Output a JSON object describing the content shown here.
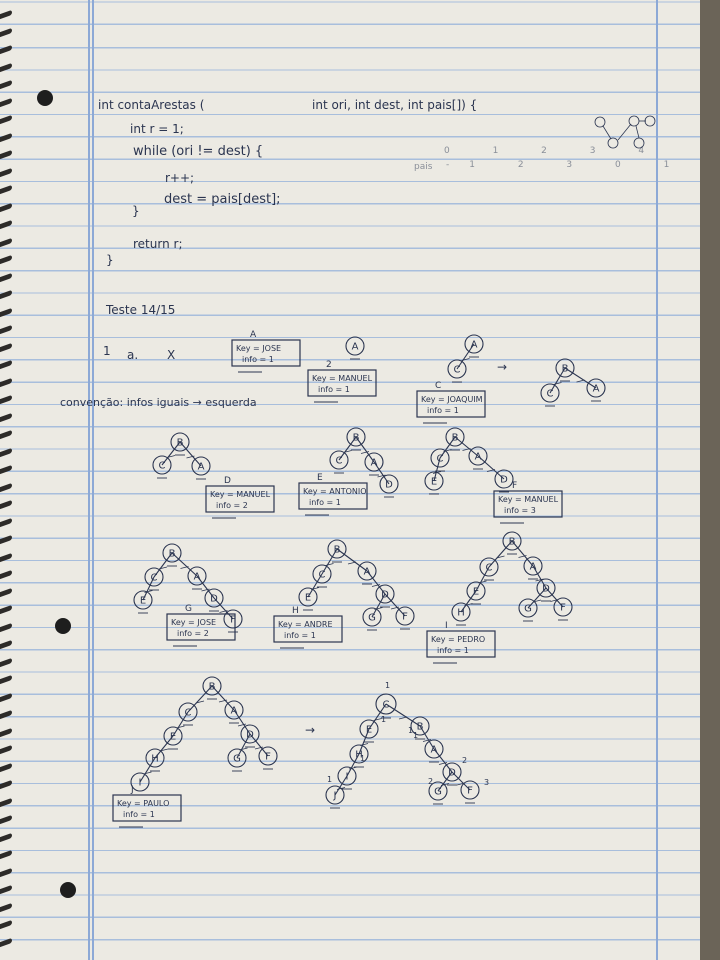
{
  "code": [
    "int contaArestas (",
    "int r = 1;",
    "while (ori != dest) {",
    "r++;",
    "dest = pais[dest];",
    "}",
    "return r;",
    "}"
  ],
  "code_params": "int ori, int dest, int pais[]) {",
  "array": {
    "label": "pais",
    "indices": "0 1 2 3 4",
    "values": "-1 2 3 0 1"
  },
  "test": {
    "title": "Teste 14/15",
    "question": "1",
    "part": "a.",
    "mark": "X",
    "convention": "convenção: infos iguais → esquerda"
  },
  "arrows": [
    "→",
    "→"
  ],
  "cards": [
    {
      "letter": "A",
      "key": "Key = JOSE",
      "info": "info = 1"
    },
    {
      "letter": "2",
      "key": "Key = MANUEL",
      "info": "info = 1"
    },
    {
      "letter": "C",
      "key": "Key = JOAQUIM",
      "info": "info = 1"
    },
    {
      "letter": "D",
      "key": "Key = MANUEL",
      "info": "info = 2"
    },
    {
      "letter": "E",
      "key": "Key = ANTONIO",
      "info": "info = 1"
    },
    {
      "letter": "F",
      "key": "Key = MANUEL",
      "info": "info = 3"
    },
    {
      "letter": "G",
      "key": "Key = JOSE",
      "info": "info = 2"
    },
    {
      "letter": "H",
      "key": "Key = ANDRE",
      "info": "info = 1"
    },
    {
      "letter": "I",
      "key": "Key = PEDRO",
      "info": "info = 1"
    },
    {
      "letter": "J",
      "key": "Key = PAULO",
      "info": "info = 1"
    }
  ],
  "node_labels": [
    "A",
    "B",
    "C",
    "D",
    "E",
    "F",
    "G",
    "H",
    "I",
    "J"
  ],
  "side_numbers": [
    "1",
    "1",
    "1",
    "1",
    "1",
    "2",
    "2",
    "3",
    "1"
  ],
  "colors": {
    "ink": "#2b3550",
    "paper": "#eceae3",
    "rule": "#a8bedc",
    "margin": "#8da9d6"
  }
}
